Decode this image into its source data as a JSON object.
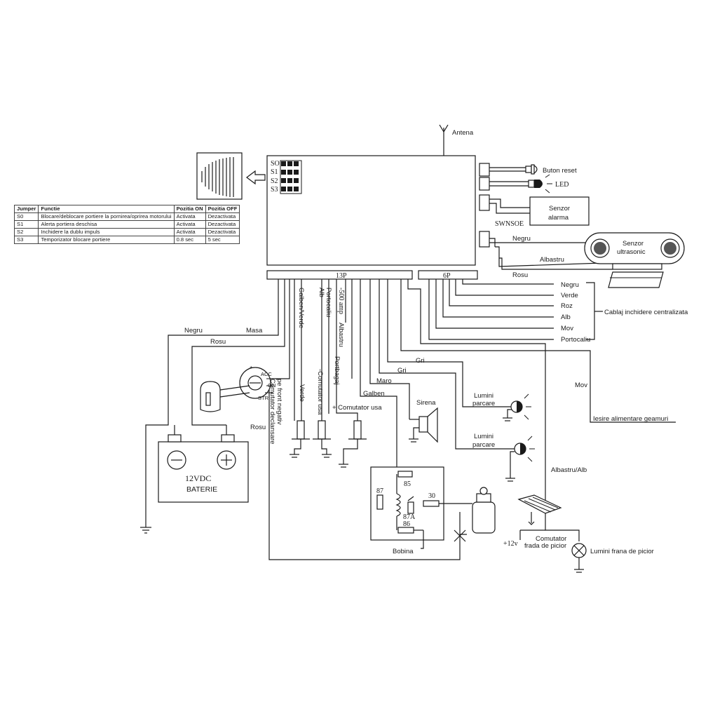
{
  "table": {
    "headers": [
      "Jumper",
      "Functie",
      "Pozitia ON",
      "Pozitia OFF"
    ],
    "rows": [
      [
        "S0",
        "Blocare/deblocare portiere la pornirea/oprirea motorului",
        "Activata",
        "Dezactivata"
      ],
      [
        "S1",
        "Alerta portiera deschisa",
        "Activata",
        "Dezactivata"
      ],
      [
        "S2",
        "Inchidere la dublu impuls",
        "Activata",
        "Dezactivata"
      ],
      [
        "S3",
        "Temporizator blocare portiere",
        "0.8 sec",
        "5 sec"
      ]
    ]
  },
  "unit": {
    "jumpers": [
      "SO",
      "S1",
      "S2",
      "S3"
    ],
    "connector_13p": "13P",
    "connector_6p": "6P"
  },
  "labels": {
    "antena": "Antena",
    "buton_reset": "Buton reset",
    "led": "LED",
    "senzor_alarma": [
      "Senzor",
      "alarma"
    ],
    "swnsoe": "SWNSOE",
    "negru_sensor": "Negru",
    "senzor_ultrasonic": [
      "Senzor",
      "ultrasonic"
    ],
    "albastru_sensor": "Albastru",
    "rosu_sensor": "Rosu",
    "six_pin": [
      "Negru",
      "Verde",
      "Roz",
      "Alb",
      "Mov",
      "Portocaliu"
    ],
    "cablaj": "Cablaj inchidere centralizata",
    "vertical": [
      "Galben/Verde",
      "Alb",
      "Portocaliu",
      "-500 amp",
      "Albastru"
    ],
    "negru_left": "Negru",
    "masa": "Masa",
    "rosu_left": "Rosu",
    "rosu_bottom": "Rosu",
    "comutator_declansare": [
      "Comutator declansare",
      "pe front negativ"
    ],
    "verde": "Verde",
    "comutator_usa_neg": "-Comutator usa",
    "portbagaj": "Portbagaj",
    "comutator_usa_pos": "+ Comutator usa",
    "gri1": "Gri",
    "gri2": "Gri",
    "maro": "Maro",
    "galben": "Galben",
    "sirena": "Sirena",
    "lumini_parcare_1": [
      "Lumini",
      "parcare"
    ],
    "lumini_parcare_2": [
      "Lumini",
      "parcare"
    ],
    "mov": "Mov",
    "iesire_geamuri": "Iesire alimentare geamuri",
    "albastru_alb": "Albastru/Alb",
    "battery_voltage": "12VDC",
    "battery_label": "BATERIE",
    "relay_pins": [
      "87",
      "85",
      "30",
      "87A",
      "86"
    ],
    "bobina": "Bobina",
    "plus12v": "+12v",
    "comutator_frana": [
      "Comutator",
      "frada de picior"
    ],
    "lumini_frana": "Lumini frana de picior",
    "ignition": [
      "ACC",
      "ON",
      "STR"
    ]
  }
}
